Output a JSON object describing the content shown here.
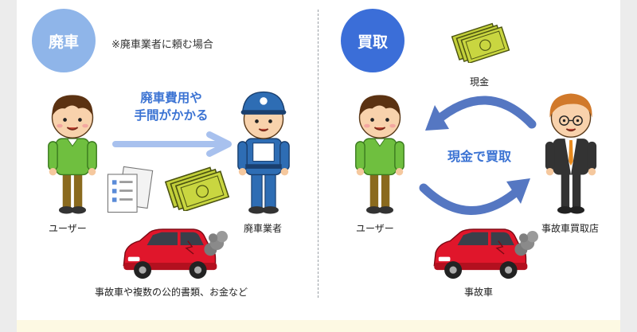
{
  "left": {
    "badge": "廃車",
    "note": "※廃車業者に頼む場合",
    "headline_line1": "廃車費用や",
    "headline_line2": "手間がかかる",
    "user_label": "ユーザー",
    "dealer_label": "廃車業者",
    "items_label": "事故車や複数の公的書類、お金など"
  },
  "right": {
    "badge": "買取",
    "cash_label": "現金",
    "headline": "現金で買取",
    "user_label": "ユーザー",
    "shop_label": "事故車買取店",
    "car_label": "事故車"
  },
  "colors": {
    "badge_light": "#8fb5e9",
    "badge_dark": "#3b6ed8",
    "arrow_light": "#a8c1ee",
    "arrow_dark": "#5577c2",
    "headline_text": "#3b73d3",
    "car_red": "#e0162b"
  },
  "icons": [
    "boy-user-icon",
    "mechanic-icon",
    "documents-icon",
    "cash-bills-icon",
    "damaged-car-icon",
    "shop-staff-icon",
    "cycle-arrow-icon"
  ]
}
